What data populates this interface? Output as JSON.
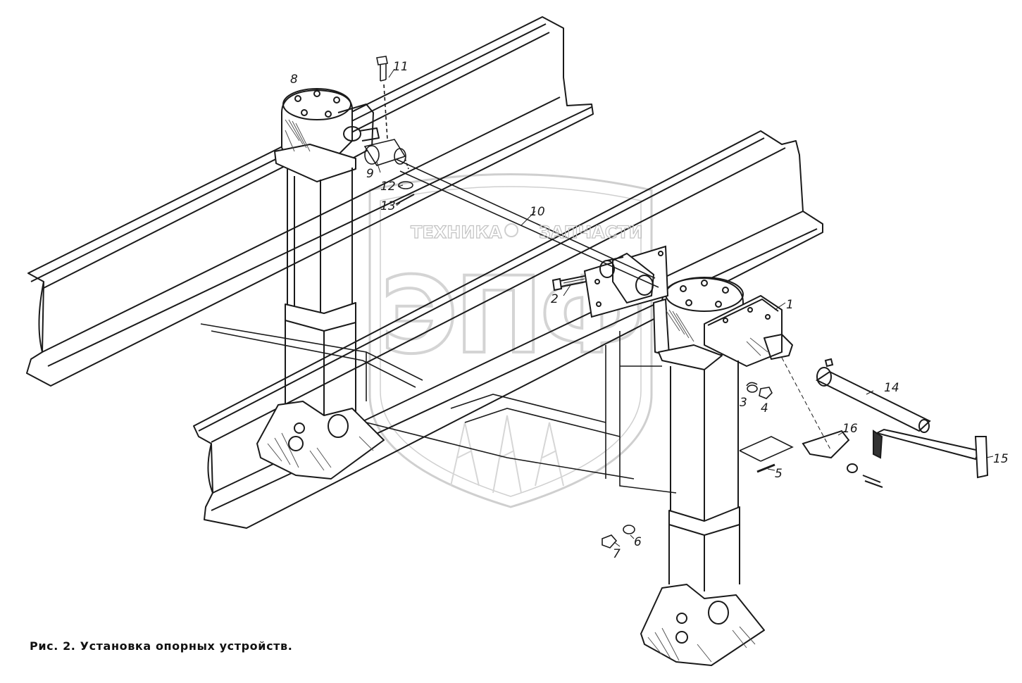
{
  "caption": "Рис. 2. Установка опорных устройств.",
  "watermark": {
    "left_text": "ТЕХНИКА",
    "right_text": "ЗАПЧАСТИ",
    "logo_text": "ЭПФ",
    "color": "#c9c9c9"
  },
  "callouts": [
    "1",
    "2",
    "3",
    "4",
    "5",
    "6",
    "7",
    "8",
    "9",
    "10",
    "11",
    "12",
    "13",
    "14",
    "15",
    "16"
  ],
  "colors": {
    "line": "#1a1a1a",
    "hatch": "#555555",
    "background": "#ffffff"
  }
}
